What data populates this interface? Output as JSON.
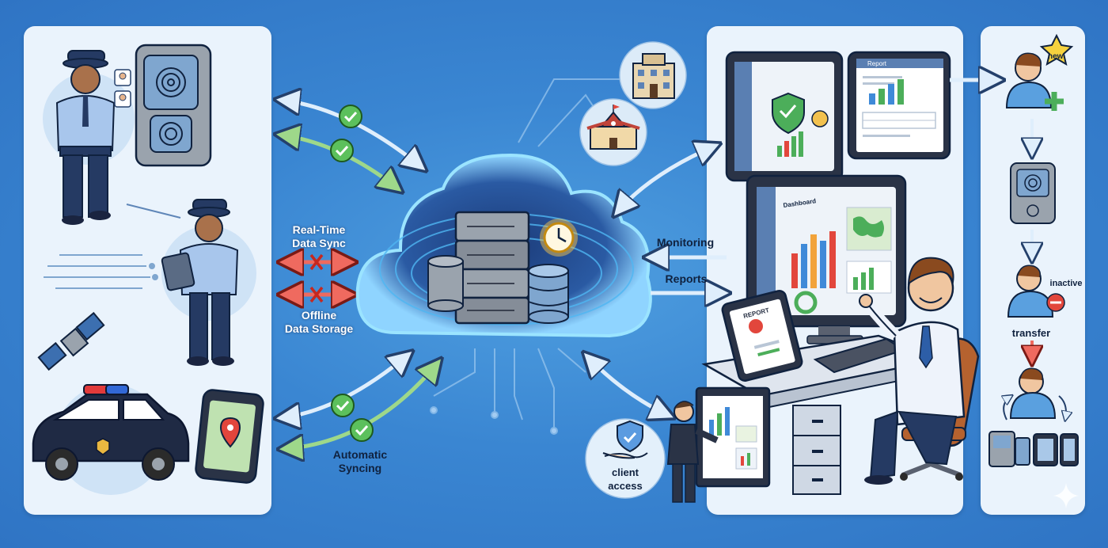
{
  "labels": {
    "realtime_line1": "Real-Time",
    "realtime_line2": "Data Sync",
    "offline_line1": "Offline",
    "offline_line2": "Data Storage",
    "monitoring": "Monitoring",
    "reports": "Reports",
    "automatic_line1": "Automatic",
    "automatic_line2": "Syncing",
    "client_line1": "client",
    "client_line2": "access",
    "report_screen": "Report",
    "dashboard_screen": "Dashboard",
    "report_tablet": "REPORT",
    "new_badge": "new",
    "inactive": "inactive",
    "transfer": "transfer"
  },
  "colors": {
    "background": "#3a86d2",
    "panel": "#eaf3fc",
    "check_green": "#5cc05c",
    "arrow_red": "#e8534a",
    "arrow_green": "#7fc86a",
    "server_gray": "#6d7480",
    "police_navy": "#253a63"
  }
}
